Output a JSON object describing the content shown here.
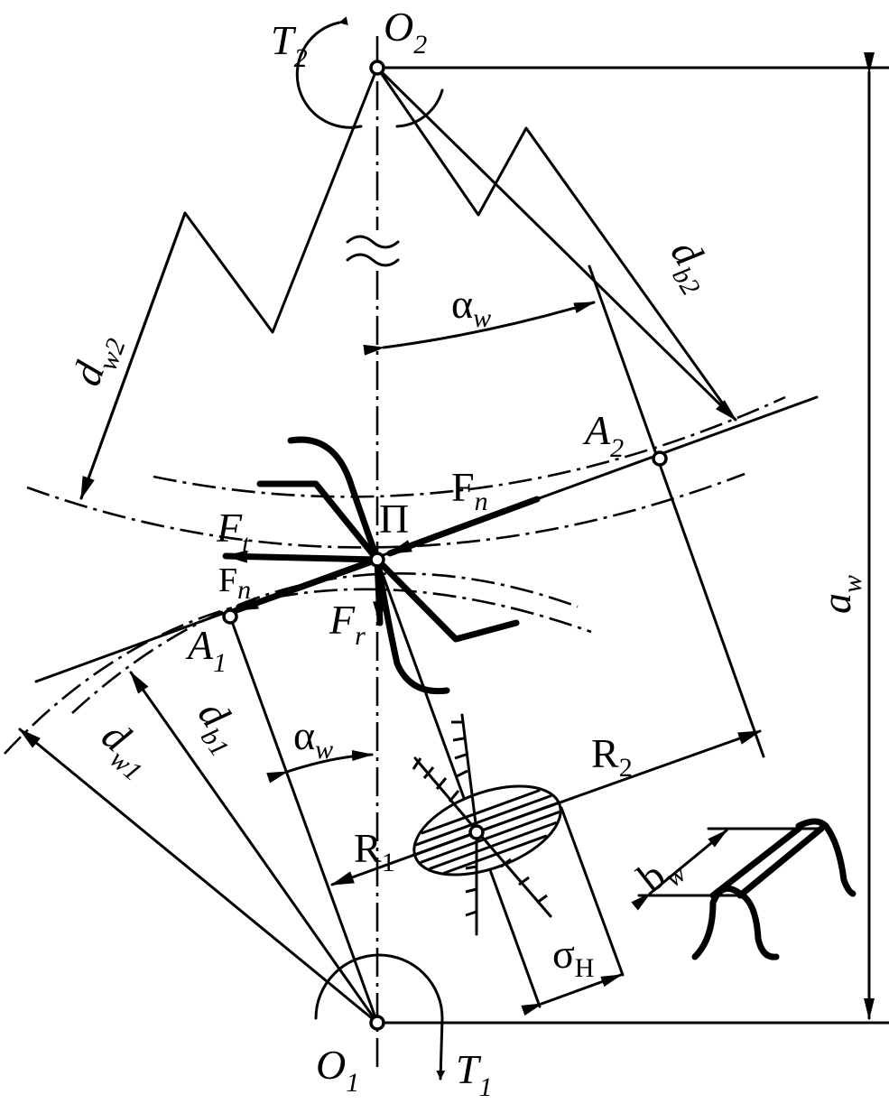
{
  "labels": {
    "T2": "T",
    "T2_sub": "2",
    "O2": "O",
    "O2_sub": "2",
    "O1": "O",
    "O1_sub": "1",
    "T1": "T",
    "T1_sub": "1",
    "dw2": "d",
    "dw2_sub": "w2",
    "db2": "d",
    "db2_sub": "b2",
    "alpha_top": "α",
    "alpha_top_sub": "w",
    "alpha_bot": "α",
    "alpha_bot_sub": "w",
    "A2": "A",
    "A2_sub": "2",
    "A1": "A",
    "A1_sub": "1",
    "Fn_top": "F",
    "Fn_top_sub": "n",
    "Fn_left": "F",
    "Fn_left_sub": "n",
    "Ft": "F",
    "Ft_sub": "t",
    "Fr": "F",
    "Fr_sub": "r",
    "Pi": "П",
    "dw1": "d",
    "dw1_sub": "w1",
    "db1": "d",
    "db1_sub": "b1",
    "R1": "R",
    "R1_sub": "1",
    "R2": "R",
    "R2_sub": "2",
    "sigmaH": "σ",
    "sigmaH_sub": "H",
    "aw": "a",
    "aw_sub": "w",
    "bw": "b",
    "bw_sub": "w"
  }
}
